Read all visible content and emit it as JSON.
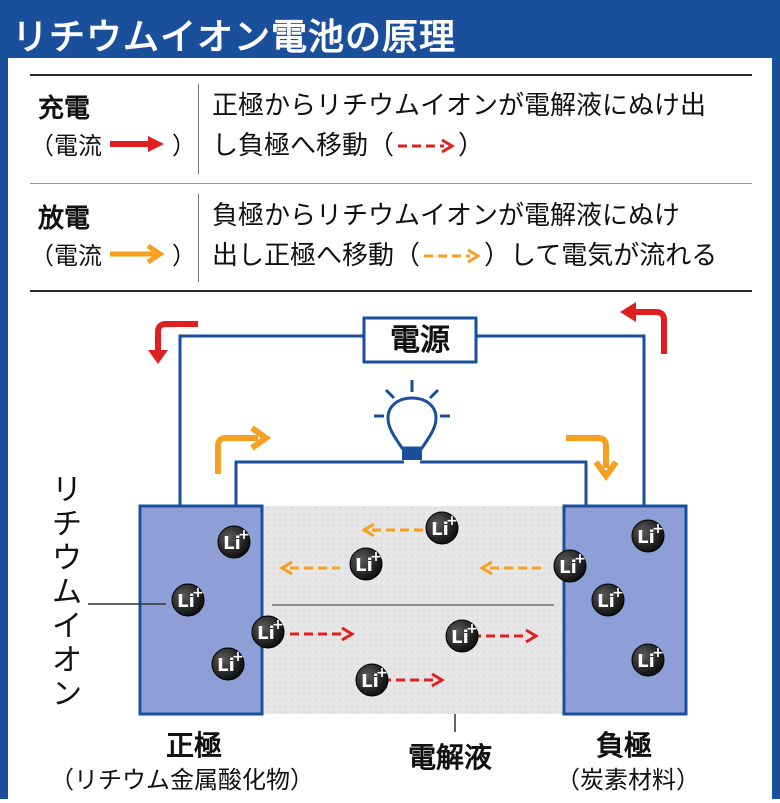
{
  "title": "リチウムイオン電池の原理",
  "legend": {
    "charge": {
      "label": "充電",
      "current_open": "（電流",
      "current_close": "）",
      "desc_line1": "正極からリチウムイオンが電解液にぬけ出",
      "desc_line2a": "し負極へ移動（",
      "desc_line2b": "）",
      "color": "#e02020"
    },
    "discharge": {
      "label": "放電",
      "current_open": "（電流",
      "current_close": "）",
      "desc_line1": "負極からリチウムイオンが電解液にぬけ",
      "desc_line2a": "出し正極へ移動（",
      "desc_line2b": "）して電気が流れる",
      "color": "#f5a020"
    }
  },
  "diagram": {
    "power_source": "電源",
    "lithium_ion_label": [
      "リ",
      "チ",
      "ウ",
      "ム",
      "イ",
      "オ",
      "ン"
    ],
    "ion_symbol": "Li",
    "ion_charge": "+",
    "positive_electrode": "正極",
    "positive_material": "（リチウム金属酸化物）",
    "negative_electrode": "負極",
    "negative_material": "（炭素材料）",
    "electrolyte": "電解液",
    "electrode_color": "#8d9fd6",
    "wire_color": "#1a4f9c"
  }
}
